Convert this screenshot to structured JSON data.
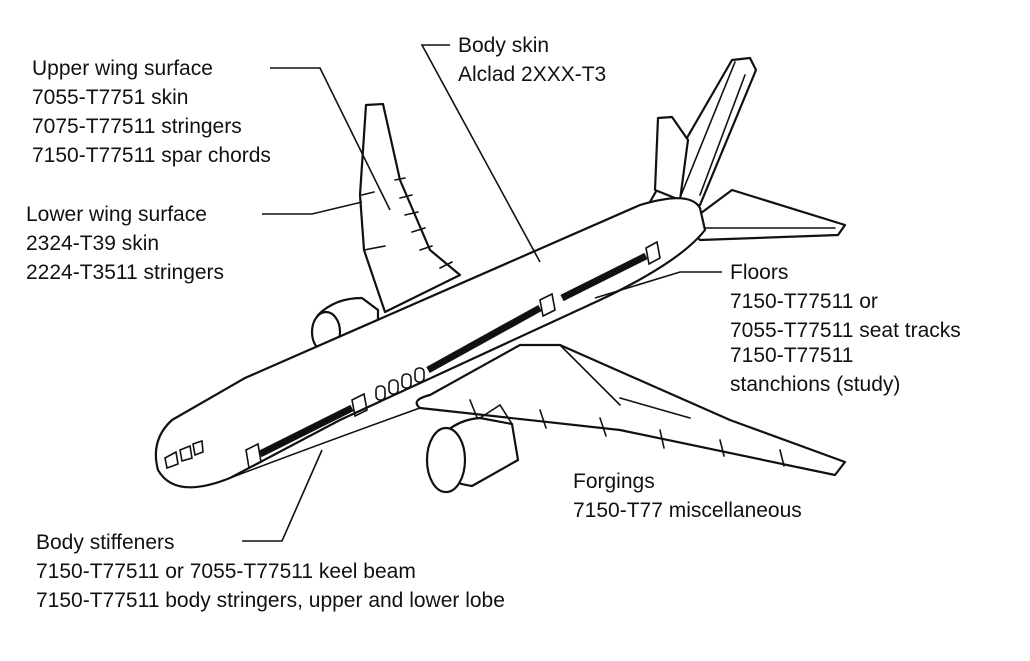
{
  "callouts": {
    "upper_wing": {
      "title": "Upper wing surface",
      "lines": [
        "7055-T7751 skin",
        "7075-T77511 stringers",
        "7150-T77511 spar chords"
      ]
    },
    "body_skin": {
      "title": "Body skin",
      "lines": [
        "Alclad 2XXX-T3"
      ]
    },
    "lower_wing": {
      "title": "Lower wing surface",
      "lines": [
        "2324-T39 skin",
        "2224-T3511 stringers"
      ]
    },
    "floors": {
      "title": "Floors",
      "lines": [
        "7150-T77511 or",
        "7055-T77511 seat tracks",
        "7150-T77511",
        "stanchions (study)"
      ]
    },
    "forgings": {
      "title": "Forgings",
      "lines": [
        "7150-T77 miscellaneous"
      ]
    },
    "body_stiffeners": {
      "title": "Body stiffeners",
      "lines": [
        "7150-T77511 or 7055-T77511 keel beam",
        "7150-T77511 body stringers, upper and lower lobe"
      ]
    }
  }
}
